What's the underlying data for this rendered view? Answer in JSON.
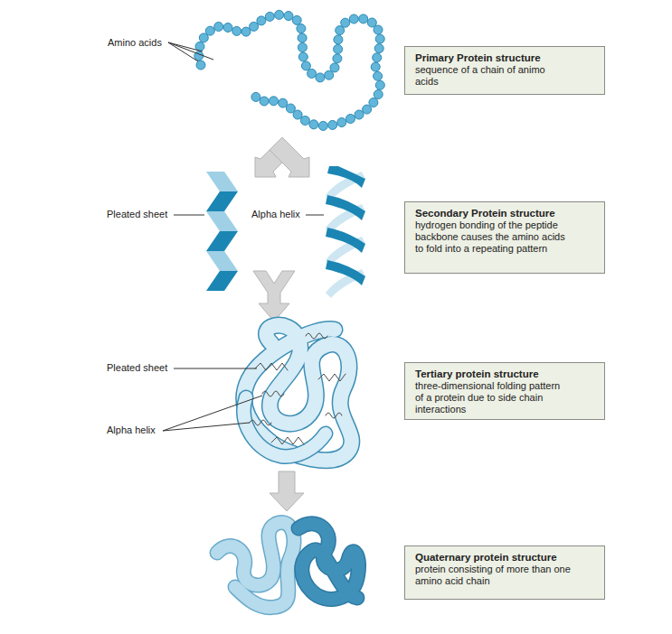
{
  "diagram": {
    "nodes": [
      {
        "text": [
          "Primary Protein structure",
          "sequence of a chain of animo acids"
        ]
      },
      {
        "text": [
          "Secondary Protein structure",
          "hydrogen bonding of the peptide backbone causes the amino acids to fold into a repeating pattern"
        ]
      },
      {
        "text": [
          "Tertiary protein structure",
          "three-dimensional folding pattern of a protein due to side chain interactions"
        ]
      },
      {
        "text": [
          "Quaternary protein structure",
          "protein consisting of more than one amino acid chain"
        ]
      }
    ],
    "labels": [
      "Amino acids",
      "Pleated sheet",
      "Alpha helix",
      "Pleated sheet",
      "Alpha helix"
    ]
  }
}
